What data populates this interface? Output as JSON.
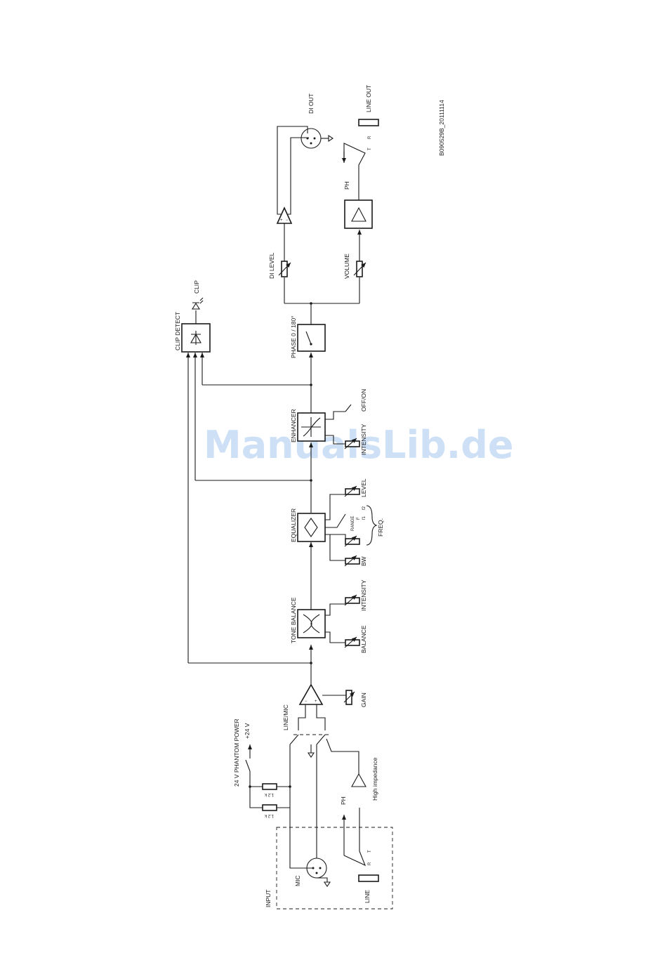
{
  "watermark": "ManualsLib.de",
  "doc_code": "B090529B_20111114",
  "labels": {
    "input": "INPUT",
    "mic": "MIC",
    "line": "LINE",
    "ph_input": "PH",
    "phantom": "24 V PHANTOM POWER",
    "plus24": "+24 V",
    "r1": "1.2 k",
    "r2": "1.2 k",
    "high_impedance": "High impedance",
    "line_mic": "LINE/MIC",
    "gain": "GAIN",
    "tone_balance": "TONE BALANCE",
    "balance": "BALANCE",
    "intensity_tone": "INTENSITY",
    "equalizer": "EQUALIZER",
    "bw": "BW",
    "range": "RANGE",
    "f": "F",
    "f1": "f1",
    "f2": "f2",
    "freq": "FREQ.",
    "level": "LEVEL",
    "enhancer": "ENHANCER",
    "intensity_enh": "INTENSITY",
    "off_on": "OFF/ON",
    "clip_detect": "CLIP DETECT",
    "clip": "CLIP",
    "phase": "PHASE 0 / 180°",
    "di_level": "DI LEVEL",
    "volume": "VOLUME",
    "di_out": "DI OUT",
    "line_out": "LINE OUT",
    "ph_out": "PH",
    "r_in": "R",
    "t_in": "T",
    "r_out": "R",
    "t_out": "T"
  }
}
